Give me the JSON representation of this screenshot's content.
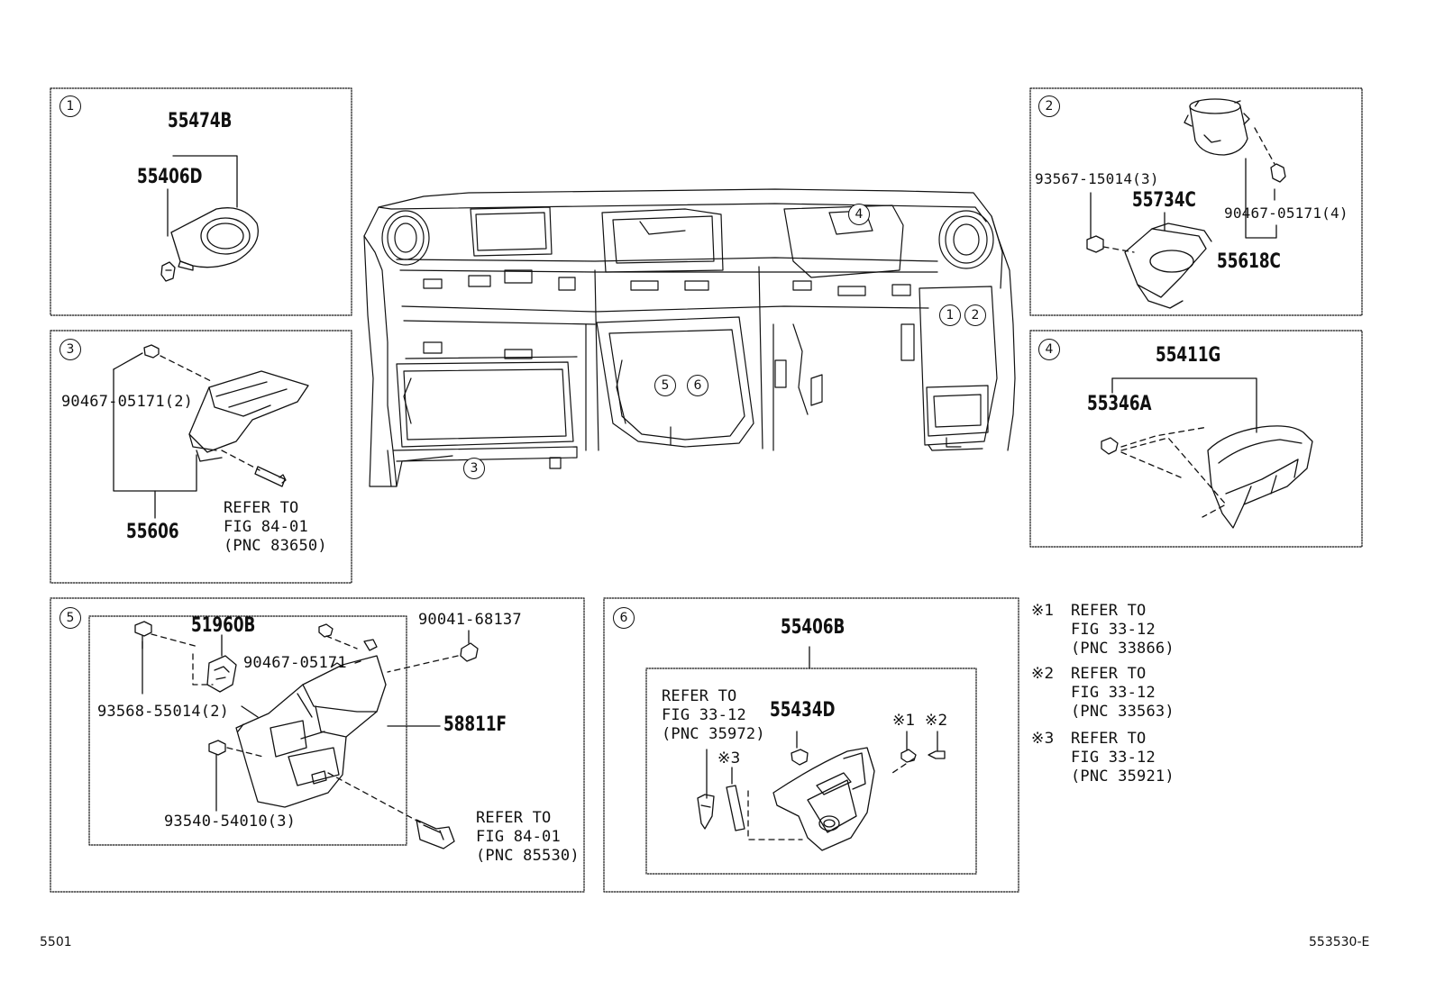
{
  "panels": {
    "p1": {
      "num": "1",
      "parts": {
        "a": "55474B",
        "b": "55406D"
      }
    },
    "p2": {
      "num": "2",
      "parts": {
        "a": "93567-15014(3)",
        "b": "55734C",
        "c": "90467-05171(4)",
        "d": "55618C"
      }
    },
    "p3": {
      "num": "3",
      "parts": {
        "a": "90467-05171(2)",
        "b": "55606"
      },
      "refer": [
        "REFER TO",
        "FIG 84-01",
        "(PNC 83650)"
      ]
    },
    "p4": {
      "num": "4",
      "parts": {
        "a": "55411G",
        "b": "55346A"
      }
    },
    "p5": {
      "num": "5",
      "parts": {
        "a": "51960B",
        "b": "90041-68137",
        "c": "90467-05171",
        "d": "93568-55014(2)",
        "e": "58811F",
        "f": "93540-54010(3)"
      },
      "refer": [
        "REFER TO",
        "FIG 84-01",
        "(PNC 85530)"
      ]
    },
    "p6": {
      "num": "6",
      "parts": {
        "a": "55406B",
        "b": "55434D"
      },
      "refer": [
        "REFER TO",
        "FIG 33-12",
        "(PNC 35972)"
      ],
      "marks": {
        "m1": "※1",
        "m2": "※2",
        "m3": "※3"
      }
    }
  },
  "main_callouts": {
    "c1": "1",
    "c2": "2",
    "c3": "3",
    "c4": "4",
    "c5": "5",
    "c6": "6"
  },
  "notes": [
    {
      "mark": "※1",
      "lines": [
        "REFER TO",
        "FIG 33-12",
        "(PNC 33866)"
      ]
    },
    {
      "mark": "※2",
      "lines": [
        "REFER TO",
        "FIG 33-12",
        "(PNC 33563)"
      ]
    },
    {
      "mark": "※3",
      "lines": [
        "REFER TO",
        "FIG 33-12",
        "(PNC 35921)"
      ]
    }
  ],
  "footer": {
    "left": "5501",
    "right": "553530-E"
  }
}
